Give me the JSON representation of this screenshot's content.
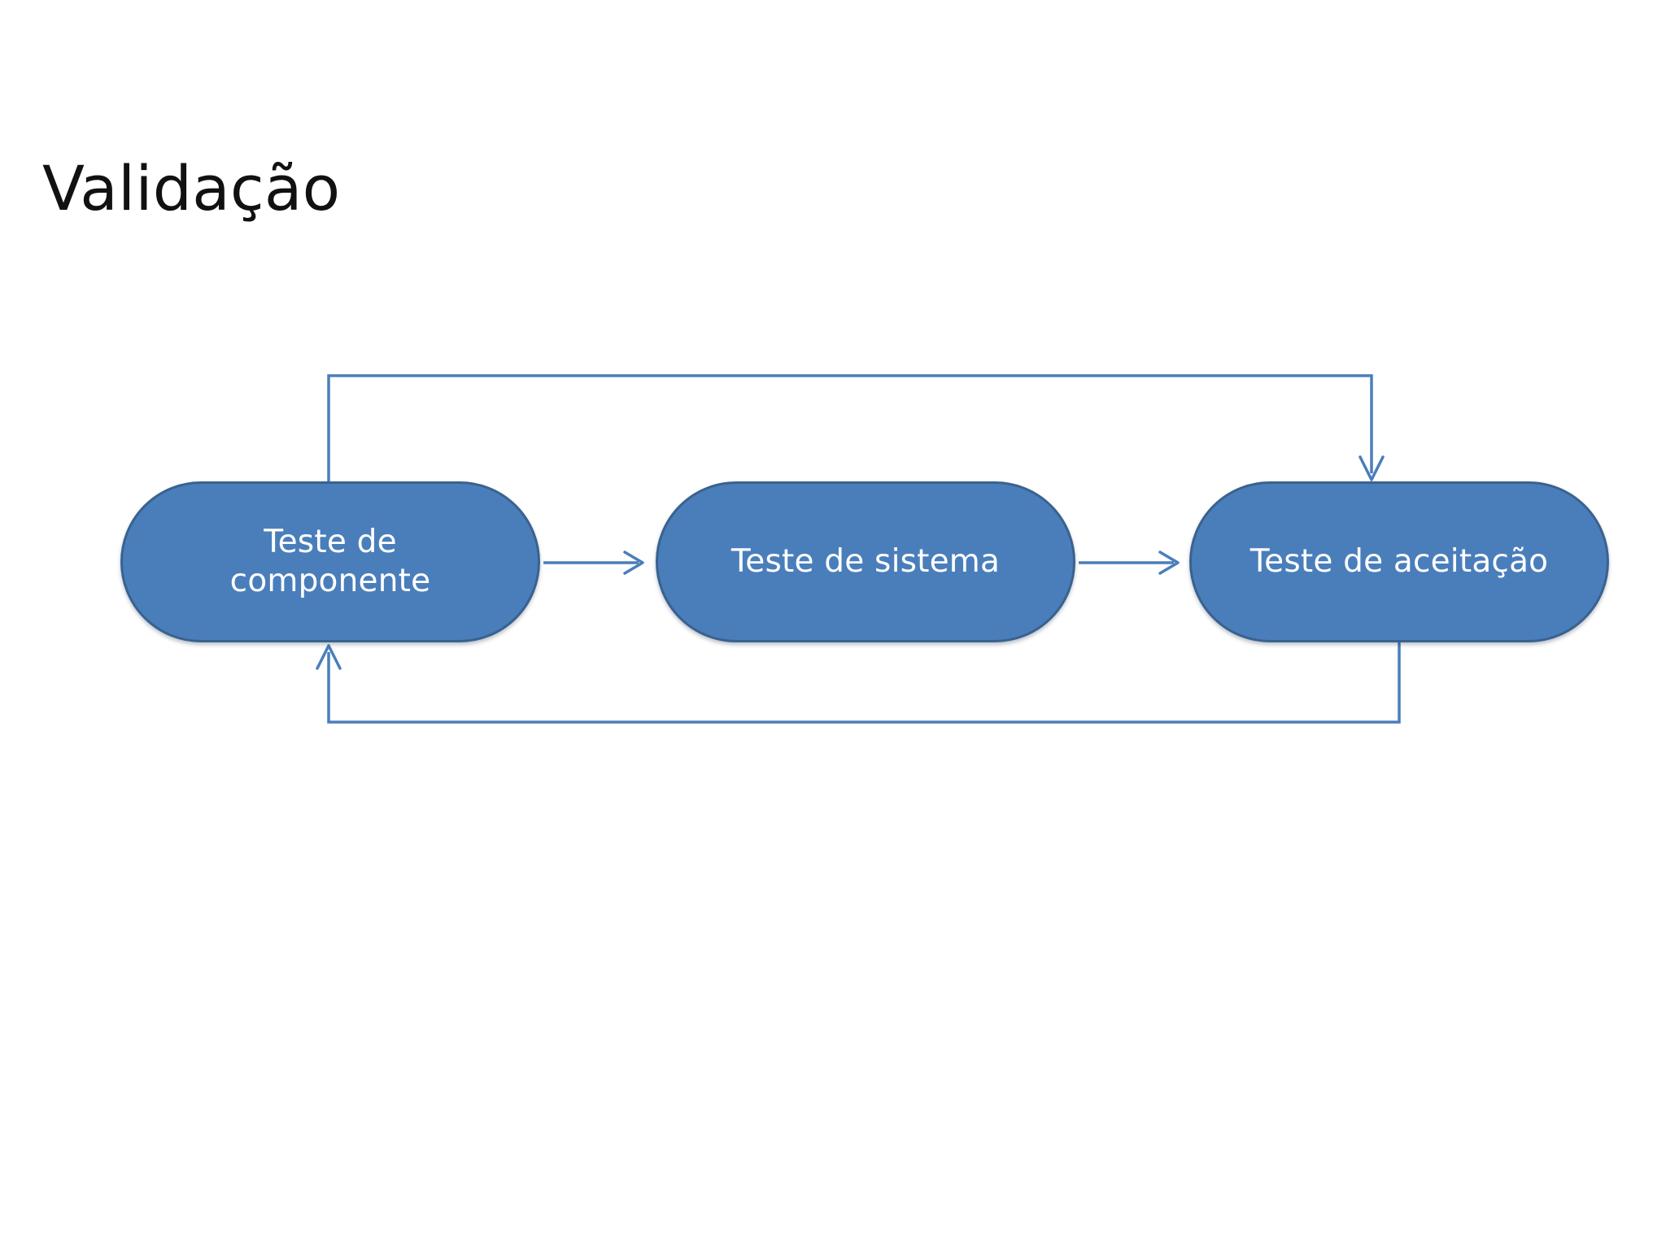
{
  "slide": {
    "title": "Validação",
    "background_color": "#ffffff",
    "title_color": "#111111"
  },
  "theme": {
    "node_fill": "#4a7ebb",
    "node_border": "#39628f",
    "node_text": "#ffffff",
    "connector_color": "#4a7ebb"
  },
  "diagram": {
    "type": "flowchart",
    "orientation": "left-to-right",
    "nodes": [
      {
        "id": "component",
        "label": "Teste de\ncomponente",
        "shape": "rounded-pill",
        "order": 1
      },
      {
        "id": "system",
        "label": "Teste de sistema",
        "shape": "rounded-pill",
        "order": 2
      },
      {
        "id": "acceptance",
        "label": "Teste de aceitação",
        "shape": "rounded-pill",
        "order": 3
      }
    ],
    "connectors": [
      {
        "id": "component-to-system",
        "from": "component",
        "to": "system",
        "style": "straight",
        "arrowhead": "end",
        "label": ""
      },
      {
        "id": "system-to-acceptance",
        "from": "system",
        "to": "acceptance",
        "style": "straight",
        "arrowhead": "end",
        "label": ""
      },
      {
        "id": "component-to-acceptance-feedback-top",
        "from": "component",
        "to": "acceptance",
        "style": "elbow-over-top",
        "arrowhead": "end",
        "label": ""
      },
      {
        "id": "acceptance-to-component-feedback-bottom",
        "from": "acceptance",
        "to": "component",
        "style": "elbow-under-bottom",
        "arrowhead": "end",
        "label": ""
      }
    ]
  }
}
